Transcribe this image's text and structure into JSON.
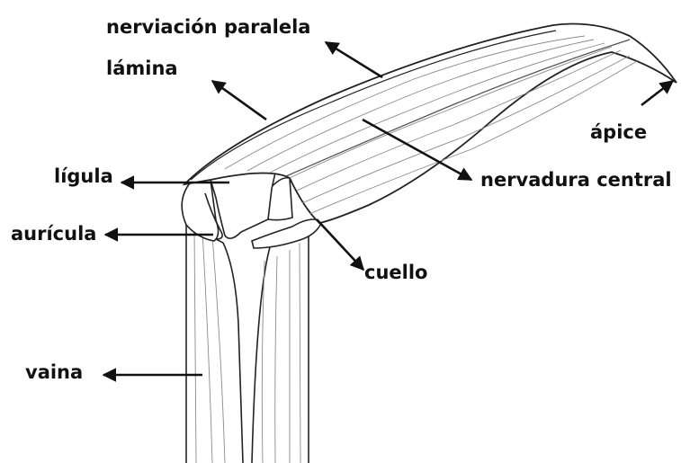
{
  "diagram": {
    "labels": {
      "nerviacion": "nerviación paralela",
      "lamina": "lámina",
      "apice": "ápice",
      "ligula": "lígula",
      "nervadura": "nervadura central",
      "auricula": "aurícula",
      "cuello": "cuello",
      "vaina": "vaina"
    }
  },
  "colors": {
    "outline": "#222222",
    "veins": "#8a8a8a",
    "text": "#111111",
    "background": "#ffffff"
  }
}
